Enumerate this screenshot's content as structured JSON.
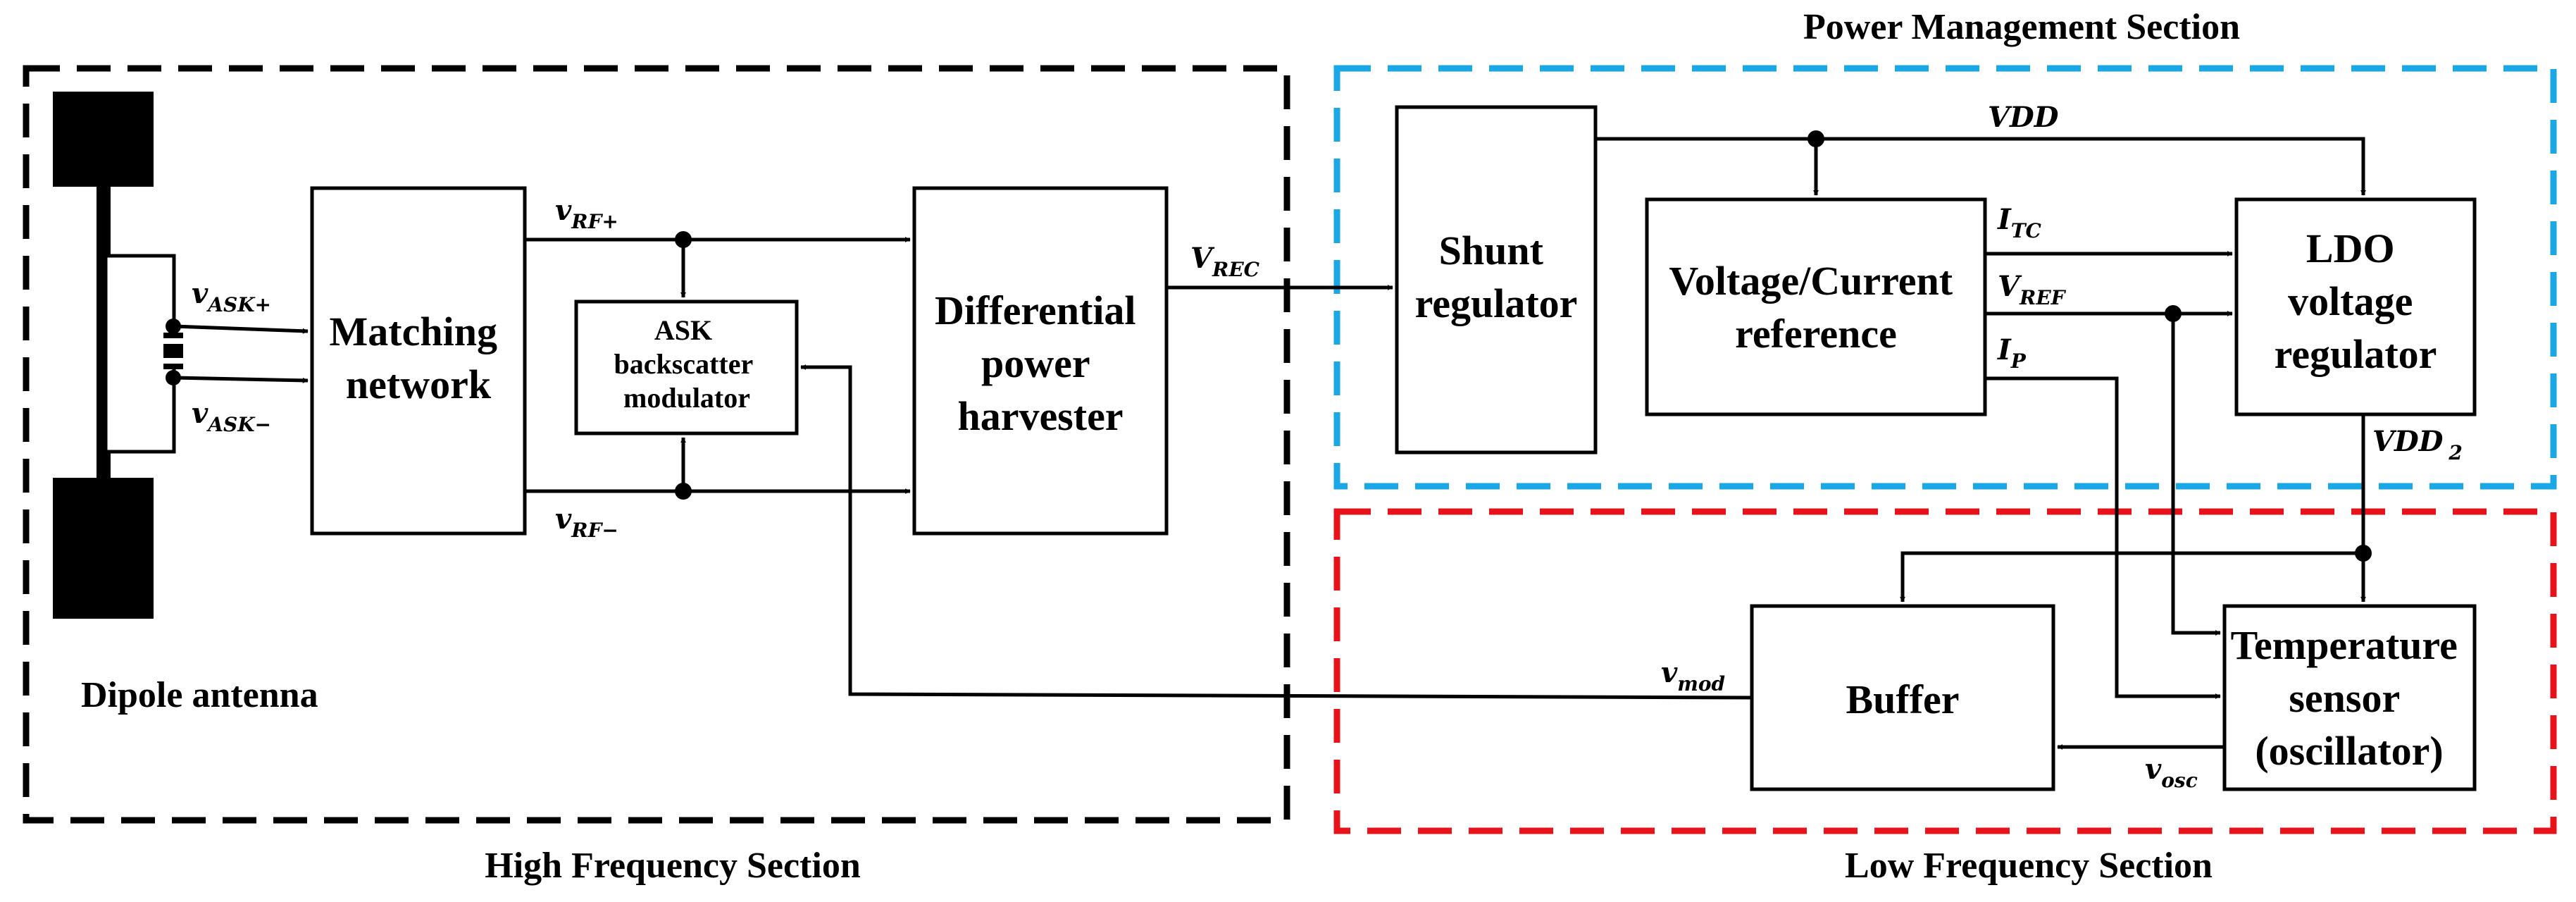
{
  "sections": {
    "high_frequency": "High Frequency Section",
    "power_management": "Power Management Section",
    "low_frequency": "Low Frequency Section"
  },
  "antenna": {
    "label": "Dipole antenna"
  },
  "blocks": {
    "matching_network": [
      "Matching",
      "network"
    ],
    "ask_modulator": [
      "ASK",
      "backscatter",
      "modulator"
    ],
    "power_harvester": [
      "Differential",
      "power",
      "harvester"
    ],
    "shunt_regulator": [
      "Shunt",
      "regulator"
    ],
    "reference": [
      "Voltage/Current",
      "reference"
    ],
    "ldo": [
      "LDO",
      "voltage",
      "regulator"
    ],
    "buffer": [
      "Buffer"
    ],
    "temp_sensor": [
      "Temperature",
      "sensor",
      "(oscillator)"
    ]
  },
  "signals": {
    "v_ask_plus": {
      "main": "v",
      "sub": "ASK+"
    },
    "v_ask_minus": {
      "main": "v",
      "sub": "ASK−"
    },
    "v_rf_plus": {
      "main": "v",
      "sub": "RF+"
    },
    "v_rf_minus": {
      "main": "v",
      "sub": "RF−"
    },
    "v_rec": {
      "main": "V",
      "sub": "REC"
    },
    "vdd": {
      "main": "VDD",
      "sub": ""
    },
    "vdd2": {
      "main": "VDD",
      "sub": "2"
    },
    "i_tc": {
      "main": "I",
      "sub": "TC"
    },
    "v_ref": {
      "main": "V",
      "sub": "REF"
    },
    "i_p": {
      "main": "I",
      "sub": "P"
    },
    "v_mod": {
      "main": "v",
      "sub": "mod"
    },
    "v_osc": {
      "main": "v",
      "sub": "osc"
    }
  },
  "colors": {
    "high_frequency_border": "#000000",
    "power_management_border": "#1aa7e6",
    "low_frequency_border": "#e8121a"
  }
}
